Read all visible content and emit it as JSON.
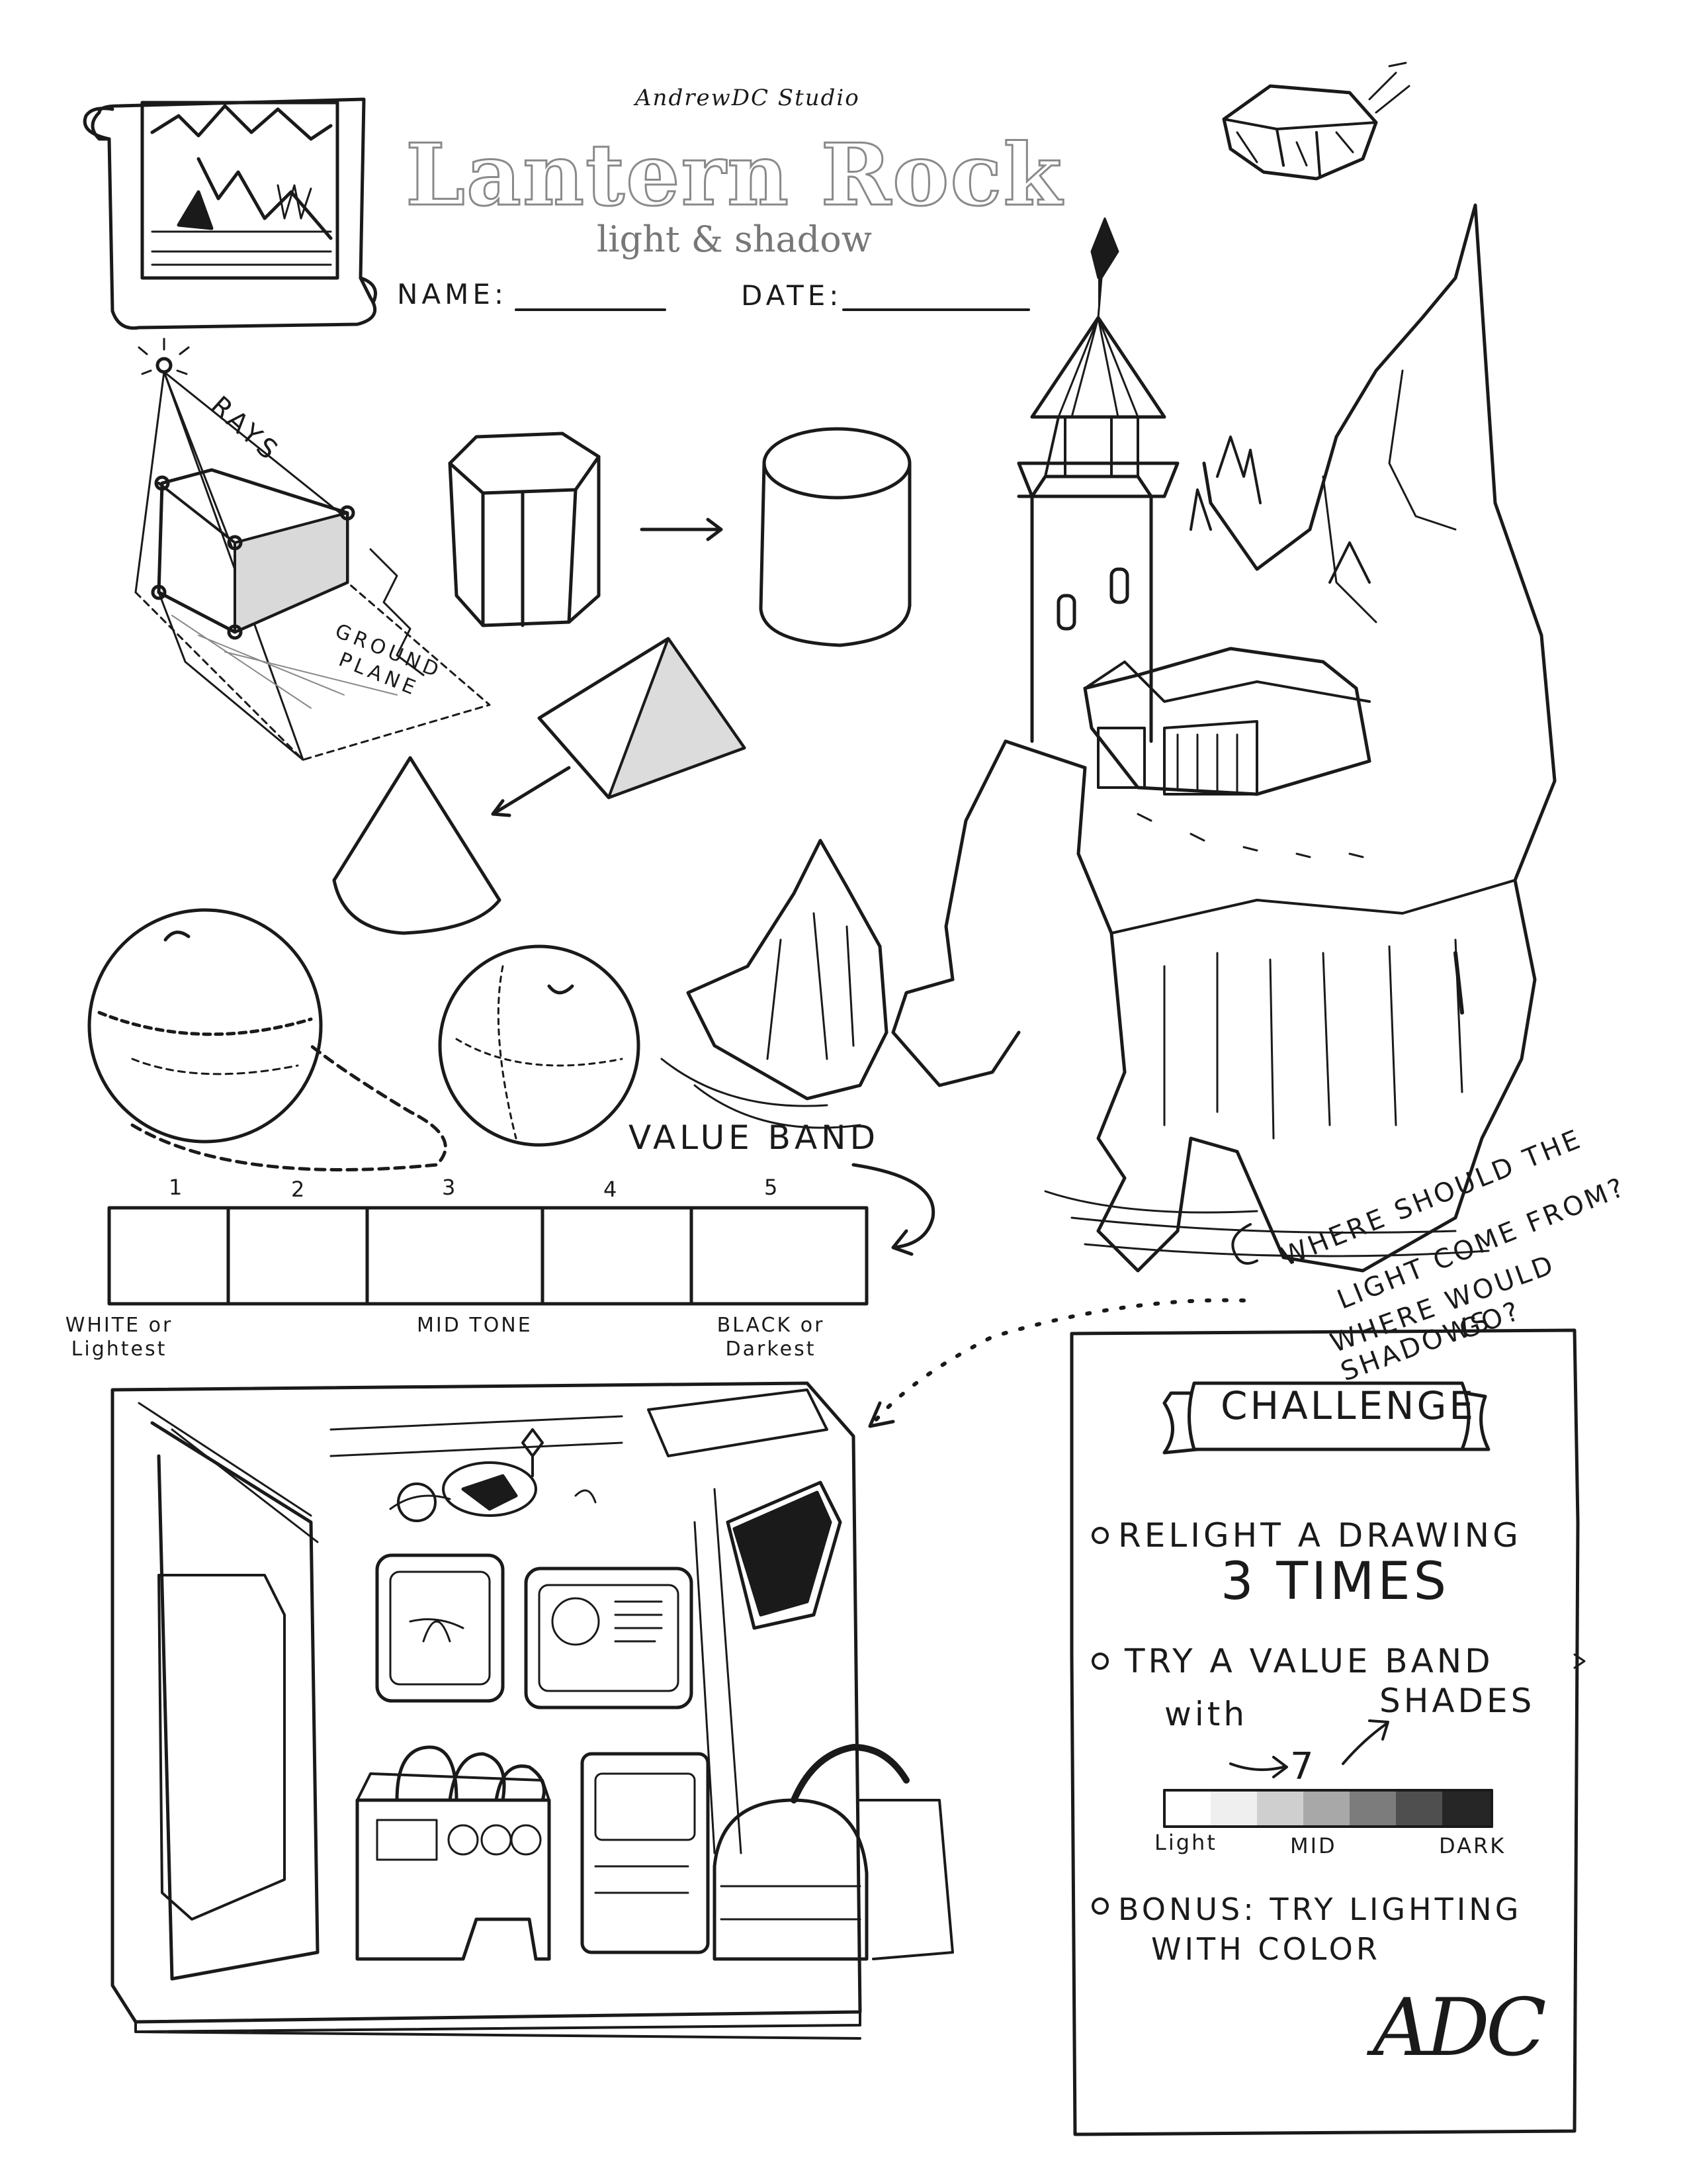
{
  "header": {
    "studio": "AndrewDC Studio",
    "title": "Lantern Rock",
    "subtitle": "light & shadow",
    "name_label": "NAME:",
    "date_label": "DATE:"
  },
  "diagram": {
    "rays_label": "RAYS",
    "ground_plane_label": "GROUND PLANE"
  },
  "value_band": {
    "title": "VALUE BAND",
    "numbers": [
      "1",
      "2",
      "3",
      "4",
      "5"
    ],
    "label_light": "WHITE or Lightest",
    "label_mid": "MID TONE",
    "label_dark": "BLACK or Darkest"
  },
  "question": {
    "line1": "Where should the",
    "line2": "Light come from?",
    "line3": "Where would shadows",
    "line4": "go?"
  },
  "challenge": {
    "title": "CHALLENGE",
    "item1_a": "Relight a drawing",
    "item1_b": "3 times",
    "item2_a": "Try a value band",
    "item2_with": "with",
    "item2_num": "7",
    "item2_shades": "shades",
    "shade_light": "Light",
    "shade_mid": "MID",
    "shade_dark": "DARK",
    "item3_a": "Bonus: Try lighting",
    "item3_b": "with color",
    "signature": "ADC"
  }
}
